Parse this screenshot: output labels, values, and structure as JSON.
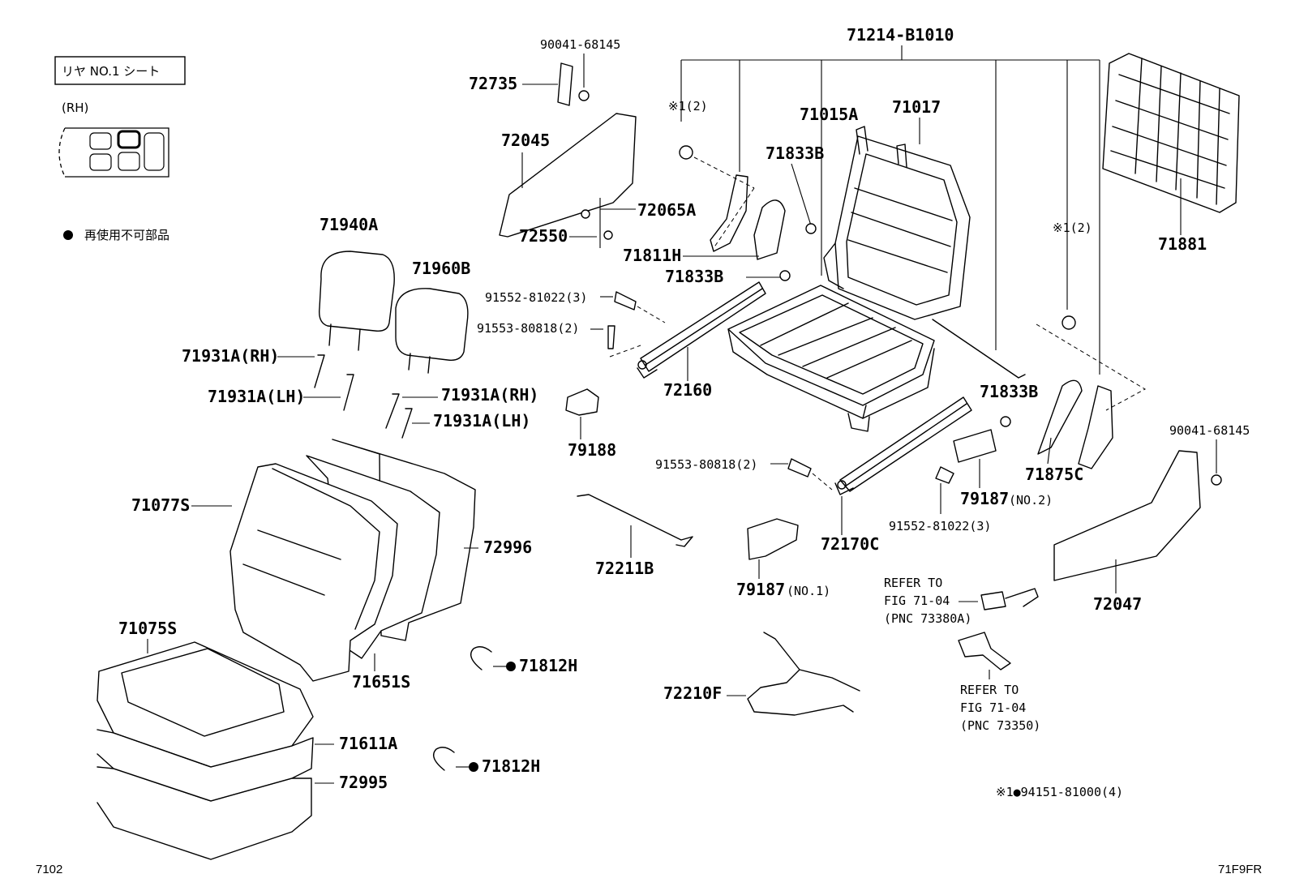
{
  "legend": {
    "seat_box": "リヤ NO.1 シート",
    "side": "(RH)",
    "non_reusable_note": "再使用不可部品"
  },
  "labels": {
    "p71214B1010": "71214-B1010",
    "p9004168145a": "90041-68145",
    "p72735": "72735",
    "p72045": "72045",
    "p72065A": "72065A",
    "p72550": "72550",
    "note1a": "※1(2)",
    "p71015A": "71015A",
    "p71017": "71017",
    "p71833Ba": "71833B",
    "p71811H": "71811H",
    "p71833Bb": "71833B",
    "note1b": "※1(2)",
    "p71881": "71881",
    "p71940A": "71940A",
    "p71960B": "71960B",
    "p9155281022a": "91552-81022(3)",
    "p9155380818a": "91553-80818(2)",
    "p71931A_RH_a": "71931A(RH)",
    "p71931A_LH_a": "71931A(LH)",
    "p71931A_RH_b": "71931A(RH)",
    "p71931A_LH_b": "71931A(LH)",
    "p72160": "72160",
    "p79188": "79188",
    "p71833Bc": "71833B",
    "p9004168145b": "90041-68145",
    "p71875C": "71875C",
    "p9155380818b": "91553-80818(2)",
    "p79187_no2": "79187",
    "no2": "(NO.2)",
    "p9155281022b": "91552-81022(3)",
    "p71077S": "71077S",
    "p72996": "72996",
    "p72211B": "72211B",
    "p72170C": "72170C",
    "p79187_no1": "79187",
    "no1": "(NO.1)",
    "p72047": "72047",
    "refer1_a": "REFER TO",
    "refer1_b": "FIG 71-04",
    "refer1_c": "(PNC 73380A)",
    "p71075S": "71075S",
    "p71651S": "71651S",
    "p71812Ha": "71812H",
    "refer2_a": "REFER TO",
    "refer2_b": "FIG 71-04",
    "refer2_c": "(PNC 73350)",
    "p72210F": "72210F",
    "p71611A": "71611A",
    "p72995": "72995",
    "p71812Hb": "71812H",
    "note_footer": "※1●94151-81000(4)"
  },
  "footer": {
    "left_code": "7102",
    "right_code": "71F9FR"
  }
}
